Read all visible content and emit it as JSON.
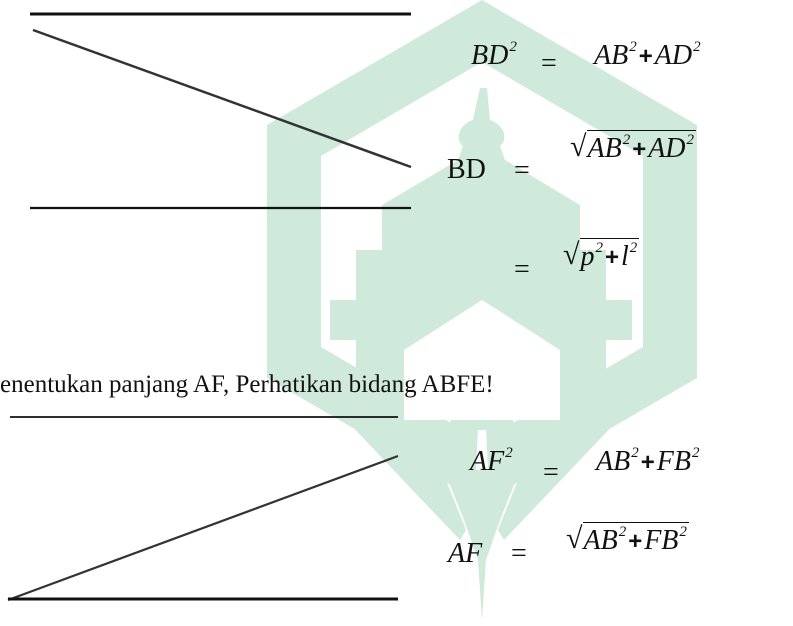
{
  "watermark": {
    "color": "#cfeadb",
    "name": "uin-pen-mosque-watermark"
  },
  "figure1": {
    "lhs1": {
      "base": "BD",
      "exp": "2"
    },
    "eq1": "=",
    "rhs1": {
      "a": "AB",
      "a_exp": "2",
      "op": "+",
      "b": "AD",
      "b_exp": "2"
    },
    "lhs2": "BD",
    "eq2": "=",
    "rhs2": {
      "a": "AB",
      "a_exp": "2",
      "op": "+",
      "b": "AD",
      "b_exp": "2"
    },
    "eq3": "=",
    "rhs3": {
      "a": "p",
      "a_exp": "2",
      "op": "+",
      "b": "l",
      "b_exp": "2"
    }
  },
  "paragraph": "enentukan panjang AF, Perhatikan bidang ABFE!",
  "figure2": {
    "lhs1": {
      "base": "AF",
      "exp": "2"
    },
    "eq1": "=",
    "rhs1": {
      "a": "AB",
      "a_exp": "2",
      "op": "+",
      "b": "FB",
      "b_exp": "2"
    },
    "lhs2": "AF",
    "eq2": "=",
    "rhs2": {
      "a": "AB",
      "a_exp": "2",
      "op": "+",
      "b": "FB",
      "b_exp": "2"
    }
  }
}
